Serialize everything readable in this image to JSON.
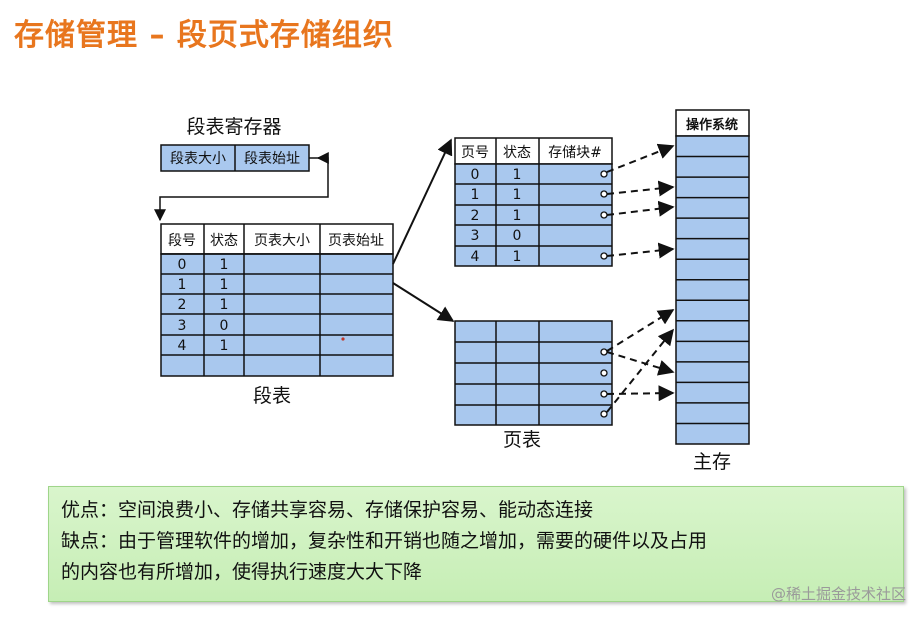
{
  "title": "存储管理 – 段页式存储组织",
  "segment_register": {
    "label": "段表寄存器",
    "fields": [
      "段表大小",
      "段表始址"
    ]
  },
  "segment_table": {
    "label": "段表",
    "headers": [
      "段号",
      "状态",
      "页表大小",
      "页表始址"
    ],
    "rows": [
      [
        "0",
        "1",
        "",
        ""
      ],
      [
        "1",
        "1",
        "",
        ""
      ],
      [
        "2",
        "1",
        "",
        ""
      ],
      [
        "3",
        "0",
        "",
        ""
      ],
      [
        "4",
        "1",
        "",
        ""
      ],
      [
        "",
        "",
        "",
        ""
      ]
    ]
  },
  "page_table_1": {
    "headers": [
      "页号",
      "状态",
      "存储块#"
    ],
    "rows": [
      [
        "0",
        "1",
        ""
      ],
      [
        "1",
        "1",
        ""
      ],
      [
        "2",
        "1",
        ""
      ],
      [
        "3",
        "0",
        ""
      ],
      [
        "4",
        "1",
        ""
      ]
    ]
  },
  "page_table_2": {
    "label": "页表"
  },
  "main_memory": {
    "header": "操作系统",
    "label": "主存"
  },
  "notes": {
    "advantages": "优点：空间浪费小、存储共享容易、存储保护容易、能动态连接",
    "disadvantages_1": "缺点：由于管理软件的增加，复杂性和开销也随之增加，需要的硬件以及占用",
    "disadvantages_2": "的内容也有所增加，使得执行速度大大下降"
  },
  "watermark": "@稀土掘金技术社区",
  "colors": {
    "title": "#e8761e",
    "cell_fill": "#a9c8ee",
    "notes_bg": "#d2f2c2"
  }
}
